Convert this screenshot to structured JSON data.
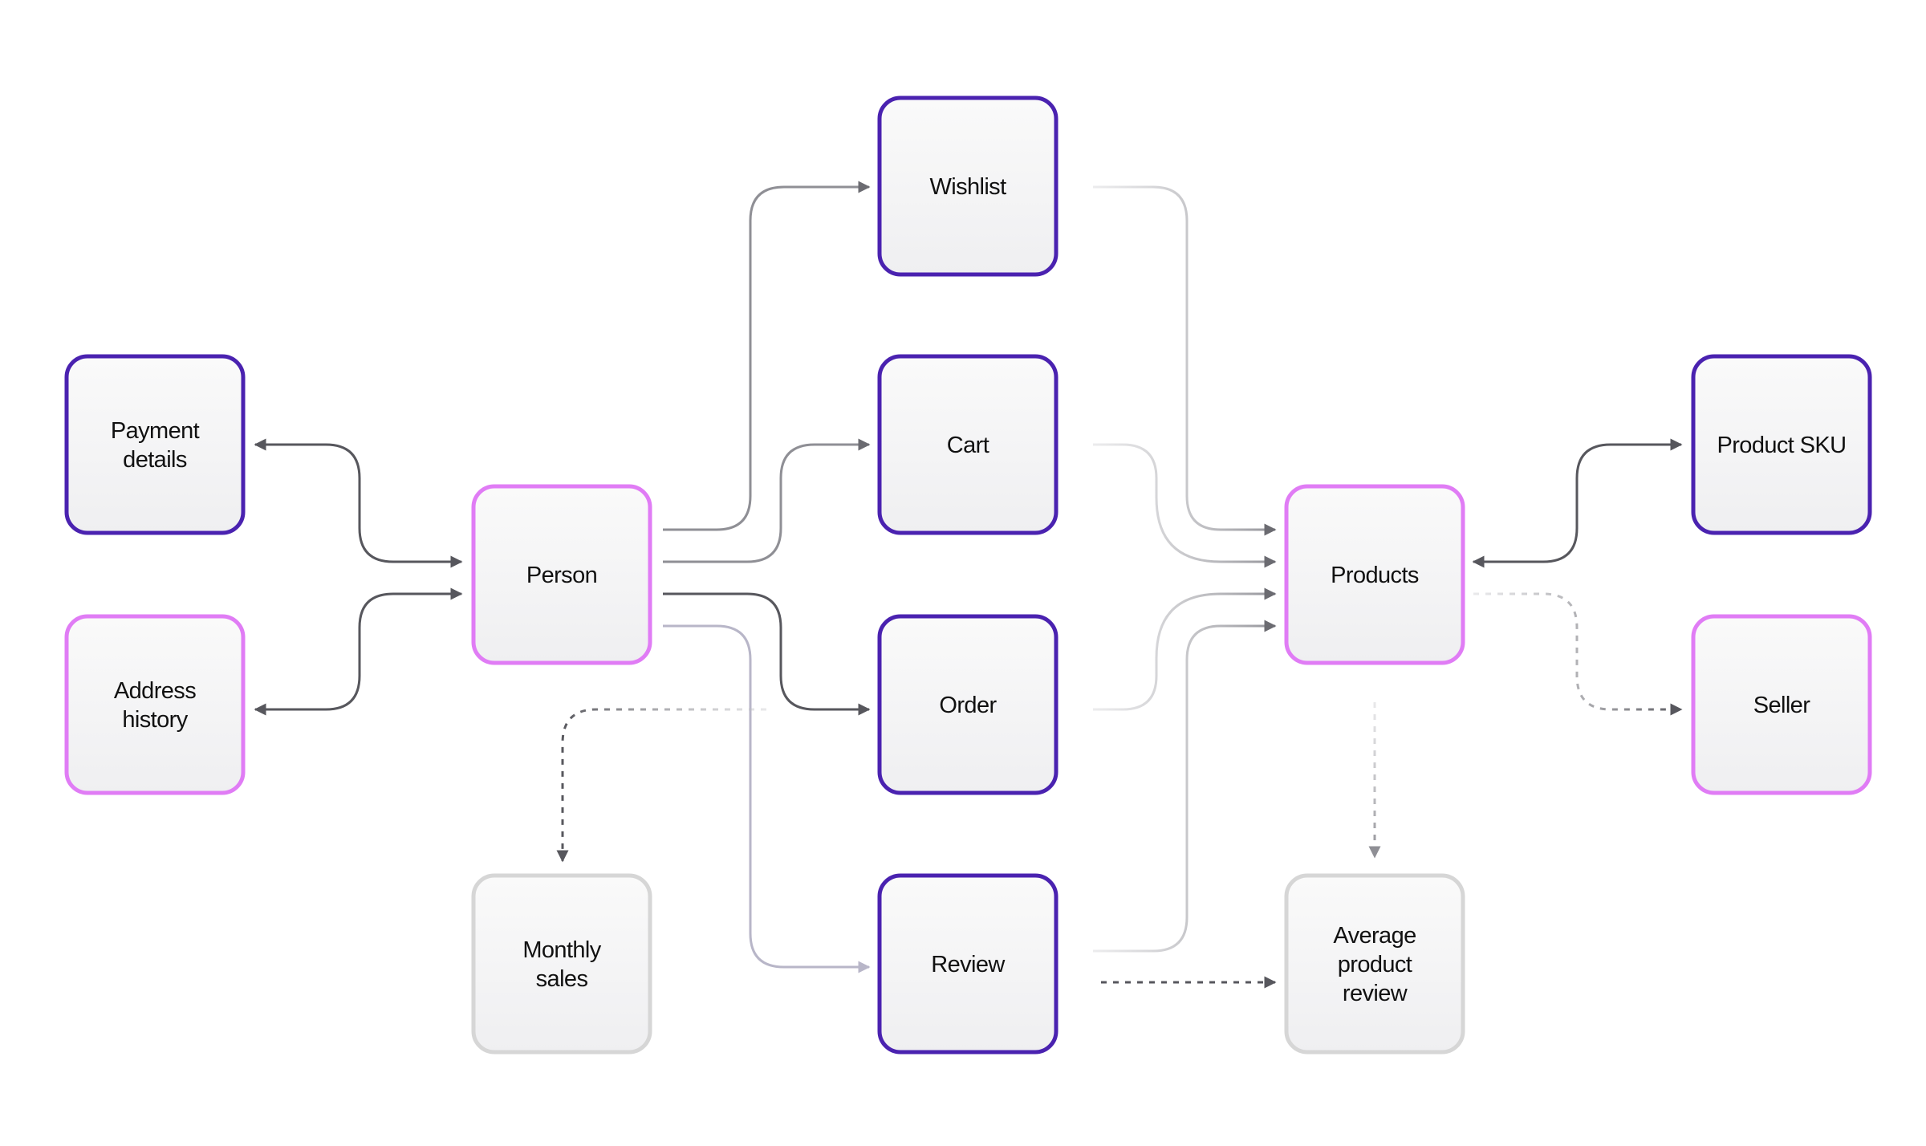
{
  "colors": {
    "dark_border": "#4a22b0",
    "light_border": "#e07cf5",
    "inactive_border": "#d6d6d6",
    "node_fill_top": "#fafafa",
    "node_fill_bottom": "#efeff1",
    "edge_strong": "#57575d",
    "edge_medium": "#8f8f95",
    "edge_faint": "#c9c9cd",
    "edge_lilac": "#b8b6c8"
  },
  "nodes": [
    {
      "id": "payment-details",
      "lines": [
        "Payment",
        "details"
      ],
      "style": "dark"
    },
    {
      "id": "address-history",
      "lines": [
        "Address",
        "history"
      ],
      "style": "light"
    },
    {
      "id": "person",
      "lines": [
        "Person"
      ],
      "style": "light"
    },
    {
      "id": "monthly-sales",
      "lines": [
        "Monthly",
        "sales"
      ],
      "style": "inactive"
    },
    {
      "id": "wishlist",
      "lines": [
        "Wishlist"
      ],
      "style": "dark"
    },
    {
      "id": "cart",
      "lines": [
        "Cart"
      ],
      "style": "dark"
    },
    {
      "id": "order",
      "lines": [
        "Order"
      ],
      "style": "dark"
    },
    {
      "id": "review",
      "lines": [
        "Review"
      ],
      "style": "dark"
    },
    {
      "id": "products",
      "lines": [
        "Products"
      ],
      "style": "light"
    },
    {
      "id": "average-product-review",
      "lines": [
        "Average",
        "product",
        "review"
      ],
      "style": "inactive"
    },
    {
      "id": "product-sku",
      "lines": [
        "Product SKU"
      ],
      "style": "dark"
    },
    {
      "id": "seller",
      "lines": [
        "Seller"
      ],
      "style": "light"
    }
  ],
  "edges": [
    {
      "id": "person-payment-details",
      "from": "person",
      "to": "payment-details",
      "style": "strong",
      "bidirectional": true,
      "dashed": false
    },
    {
      "id": "person-address-history",
      "from": "person",
      "to": "address-history",
      "style": "strong",
      "bidirectional": true,
      "dashed": false
    },
    {
      "id": "person-wishlist",
      "from": "person",
      "to": "wishlist",
      "style": "medium",
      "bidirectional": false,
      "dashed": false
    },
    {
      "id": "person-cart",
      "from": "person",
      "to": "cart",
      "style": "medium",
      "bidirectional": false,
      "dashed": false
    },
    {
      "id": "person-order",
      "from": "person",
      "to": "order",
      "style": "strong",
      "bidirectional": false,
      "dashed": false
    },
    {
      "id": "person-review",
      "from": "person",
      "to": "review",
      "style": "lilac",
      "bidirectional": false,
      "dashed": false
    },
    {
      "id": "order-monthly-sales",
      "from": "order",
      "to": "monthly-sales",
      "style": "strong",
      "bidirectional": false,
      "dashed": true
    },
    {
      "id": "wishlist-products",
      "from": "wishlist",
      "to": "products",
      "style": "medium",
      "bidirectional": false,
      "dashed": false
    },
    {
      "id": "cart-products",
      "from": "cart",
      "to": "products",
      "style": "medium",
      "bidirectional": false,
      "dashed": false
    },
    {
      "id": "order-products",
      "from": "order",
      "to": "products",
      "style": "medium",
      "bidirectional": false,
      "dashed": false
    },
    {
      "id": "review-products",
      "from": "review",
      "to": "products",
      "style": "medium",
      "bidirectional": false,
      "dashed": false
    },
    {
      "id": "review-average-product-review",
      "from": "review",
      "to": "average-product-review",
      "style": "strong",
      "bidirectional": false,
      "dashed": true
    },
    {
      "id": "products-average-product-review",
      "from": "products",
      "to": "average-product-review",
      "style": "medium",
      "bidirectional": false,
      "dashed": true
    },
    {
      "id": "products-product-sku",
      "from": "products",
      "to": "product-sku",
      "style": "strong",
      "bidirectional": true,
      "dashed": false
    },
    {
      "id": "products-seller",
      "from": "products",
      "to": "seller",
      "style": "strong",
      "bidirectional": false,
      "dashed": true
    }
  ]
}
